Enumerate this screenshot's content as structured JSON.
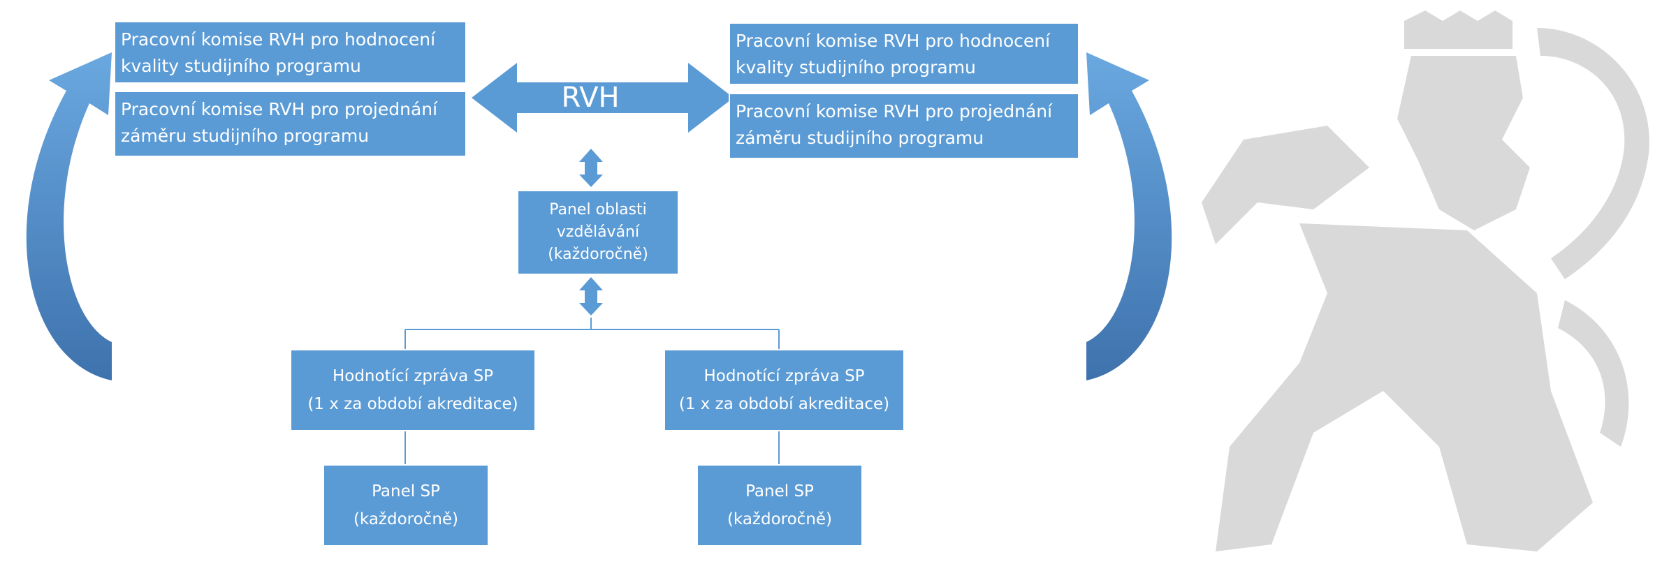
{
  "colors": {
    "box": "#5b9bd5",
    "arrow": "#4f8cc9",
    "arrow_dark": "#3d6fa8",
    "logo": "#d9d9d9"
  },
  "rvh": "RVH",
  "left": {
    "quality": [
      "Pracovní komise RVH pro hodnocení",
      "kvality studijního programu"
    ],
    "intent": [
      "Pracovní komise RVH pro projednání",
      "záměru studijního programu"
    ]
  },
  "right": {
    "quality": [
      "Pracovní komise RVH pro hodnocení",
      "kvality studijního programu"
    ],
    "intent": [
      "Pracovní komise RVH pro projednání",
      "záměru studijního programu"
    ]
  },
  "panel_area": [
    "Panel oblasti",
    "vzdělávání",
    "(každoročně)"
  ],
  "report_left": [
    "Hodnotící zpráva SP",
    "(1 x za období akreditace)"
  ],
  "report_right": [
    "Hodnotící zpráva SP",
    "(1 x za období akreditace)"
  ],
  "panel_sp_left": [
    "Panel SP",
    "(každoročně)"
  ],
  "panel_sp_right": [
    "Panel SP",
    "(každoročně)"
  ],
  "icons": {
    "logo": "lion-emblem-icon"
  }
}
